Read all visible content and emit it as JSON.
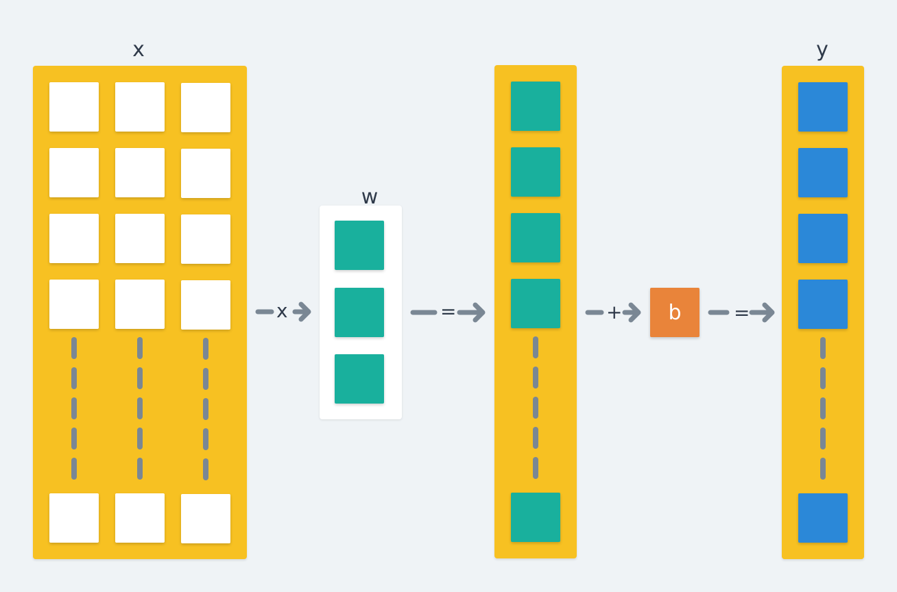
{
  "labels": {
    "x": "x",
    "w": "w",
    "y": "y",
    "b": "b"
  },
  "operators": {
    "multiply": "x",
    "equals_1": "=",
    "plus": "+",
    "equals_2": "="
  },
  "colors": {
    "background": "#eff3f6",
    "matrix_panel": "#f7c122",
    "weight_panel": "#ffffff",
    "input_cell": "#ffffff",
    "weight_cell": "#19b09d",
    "product_cell": "#19b09d",
    "bias": "#e9843a",
    "output_cell": "#2b88d8",
    "arrow": "#7a8794",
    "text": "#2f3a4a"
  }
}
